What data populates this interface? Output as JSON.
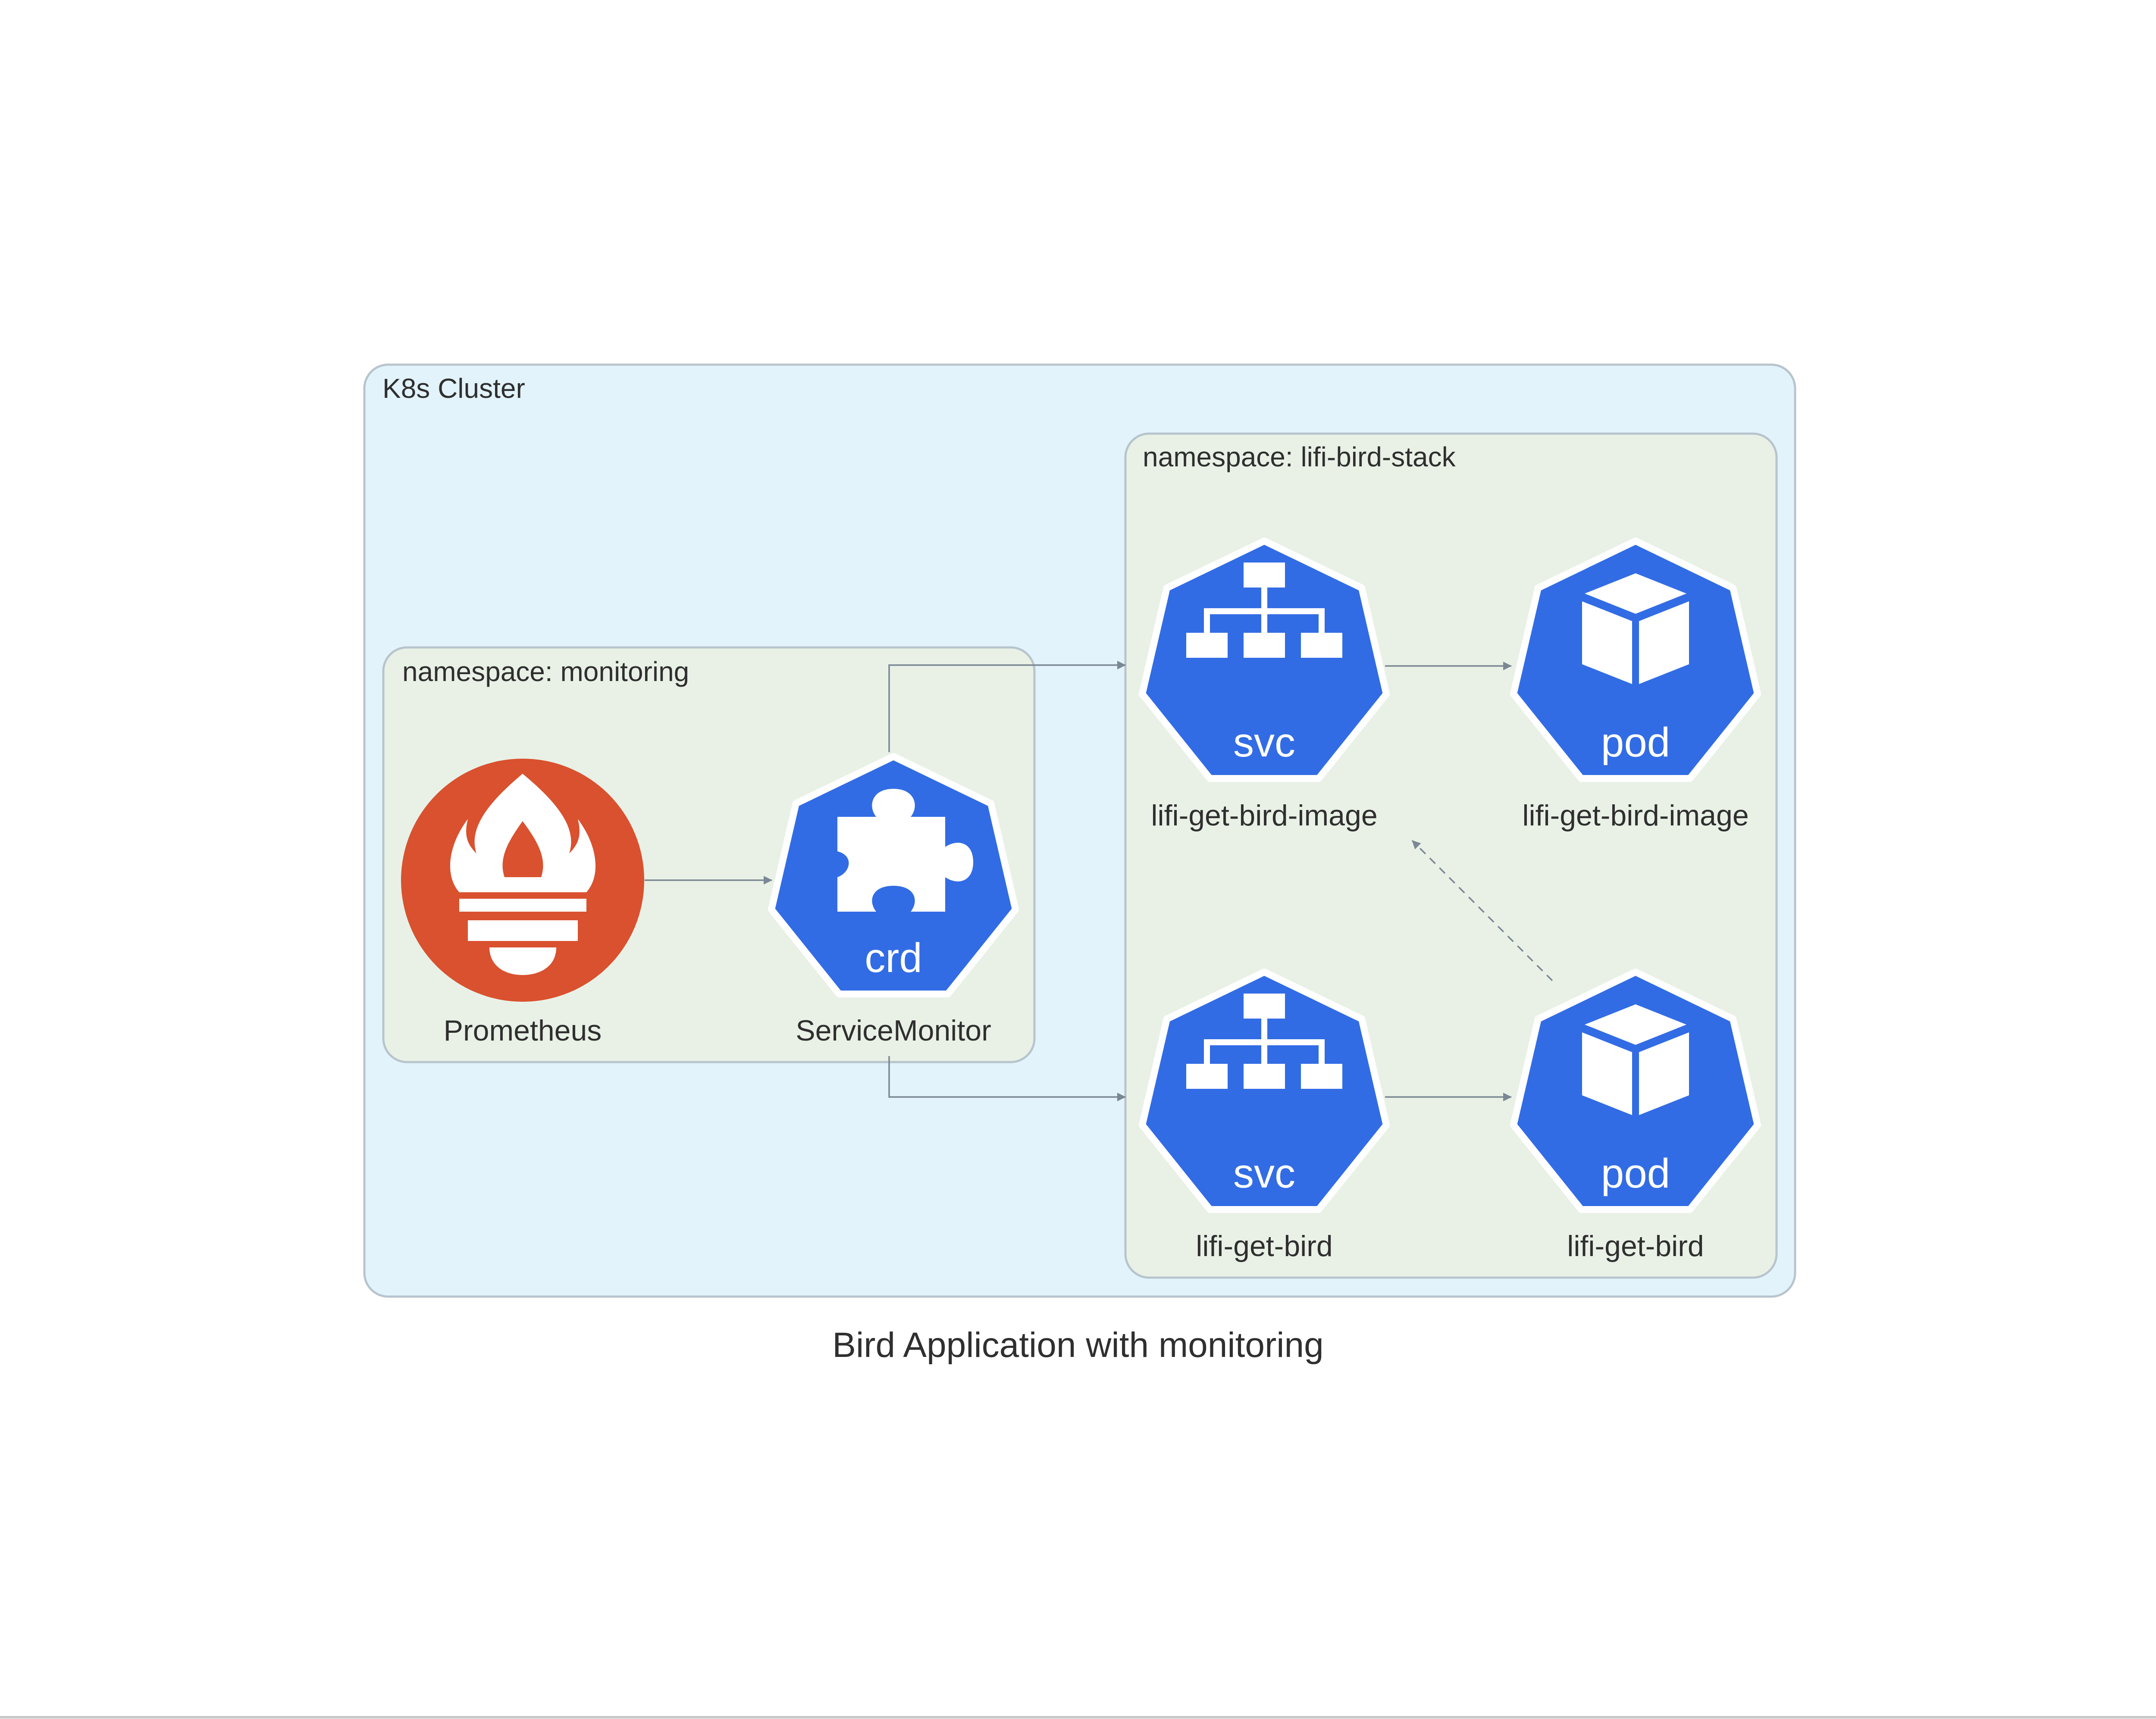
{
  "diagram": {
    "title": "Bird Application with monitoring",
    "clusters": {
      "k8s": {
        "label": "K8s Cluster"
      },
      "monitoring": {
        "label": "namespace: monitoring"
      },
      "bird_stack": {
        "label": "namespace: lifi-bird-stack"
      }
    },
    "nodes": {
      "prometheus": {
        "label": "Prometheus",
        "icon": "prometheus-icon"
      },
      "servicemonitor": {
        "label": "ServiceMonitor",
        "icon": "crd-icon",
        "badge": "crd"
      },
      "svc_image": {
        "label": "lifi-get-bird-image",
        "icon": "svc-icon",
        "badge": "svc"
      },
      "pod_image": {
        "label": "lifi-get-bird-image",
        "icon": "pod-icon",
        "badge": "pod"
      },
      "svc_bird": {
        "label": "lifi-get-bird",
        "icon": "svc-icon",
        "badge": "svc"
      },
      "pod_bird": {
        "label": "lifi-get-bird",
        "icon": "pod-icon",
        "badge": "pod"
      }
    },
    "edges": [
      {
        "from": "Prometheus",
        "to": "ServiceMonitor",
        "style": "solid"
      },
      {
        "from": "ServiceMonitor",
        "to": "svc lifi-get-bird-image",
        "style": "solid"
      },
      {
        "from": "ServiceMonitor",
        "to": "svc lifi-get-bird",
        "style": "solid"
      },
      {
        "from": "svc lifi-get-bird-image",
        "to": "pod lifi-get-bird-image",
        "style": "solid"
      },
      {
        "from": "svc lifi-get-bird",
        "to": "pod lifi-get-bird",
        "style": "solid"
      },
      {
        "from": "pod lifi-get-bird",
        "to": "svc lifi-get-bird-image",
        "style": "dashed"
      }
    ],
    "colors": {
      "k8s_blue": "#326ce5",
      "prometheus_orange": "#d9512f",
      "cluster_fill": "#e2f3fb",
      "namespace_fill": "#e9f1e6",
      "border": "#b8c4cc",
      "edge": "#7b8794",
      "text": "#2f2f2f"
    }
  }
}
